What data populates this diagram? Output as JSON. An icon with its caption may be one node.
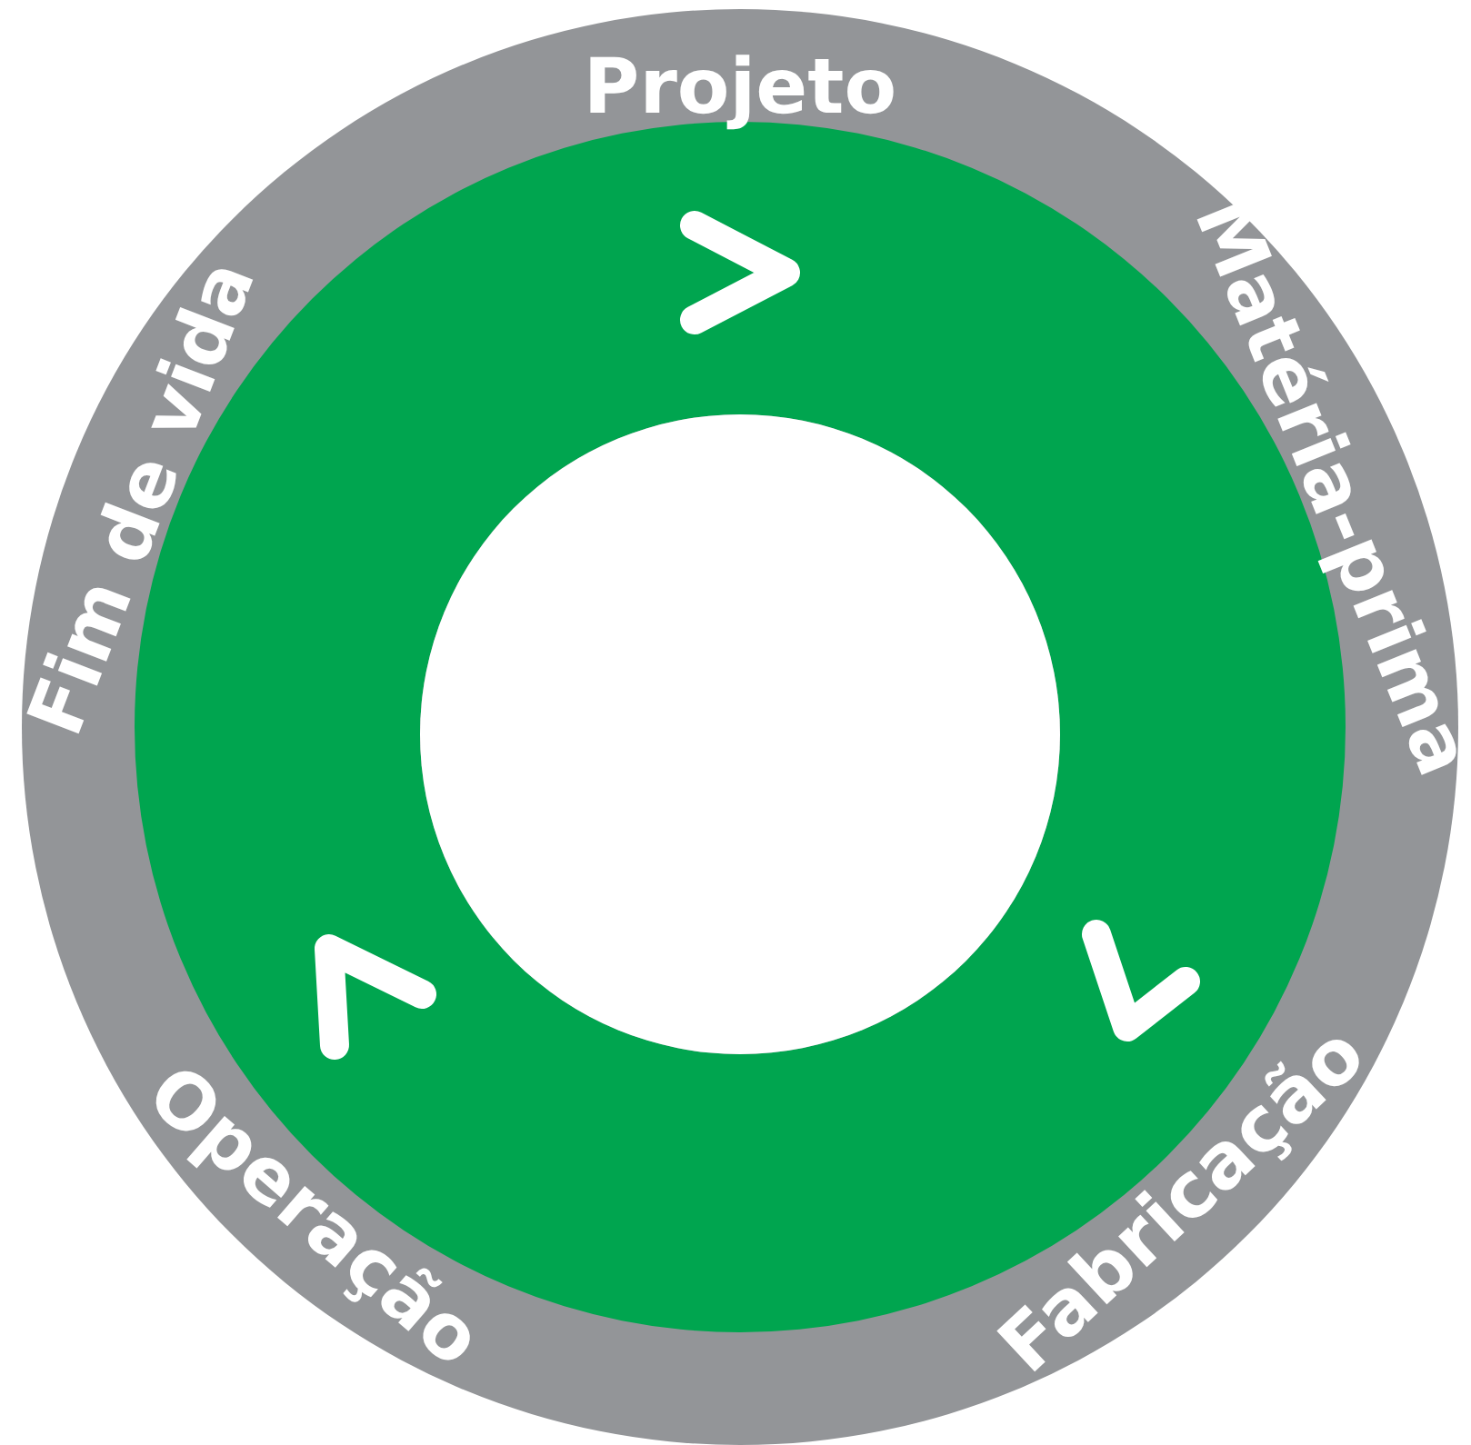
{
  "diagram": {
    "labels": [
      "Projeto",
      "Matéria-prima",
      "Fabricação",
      "Operação",
      "Fim de vida"
    ]
  }
}
